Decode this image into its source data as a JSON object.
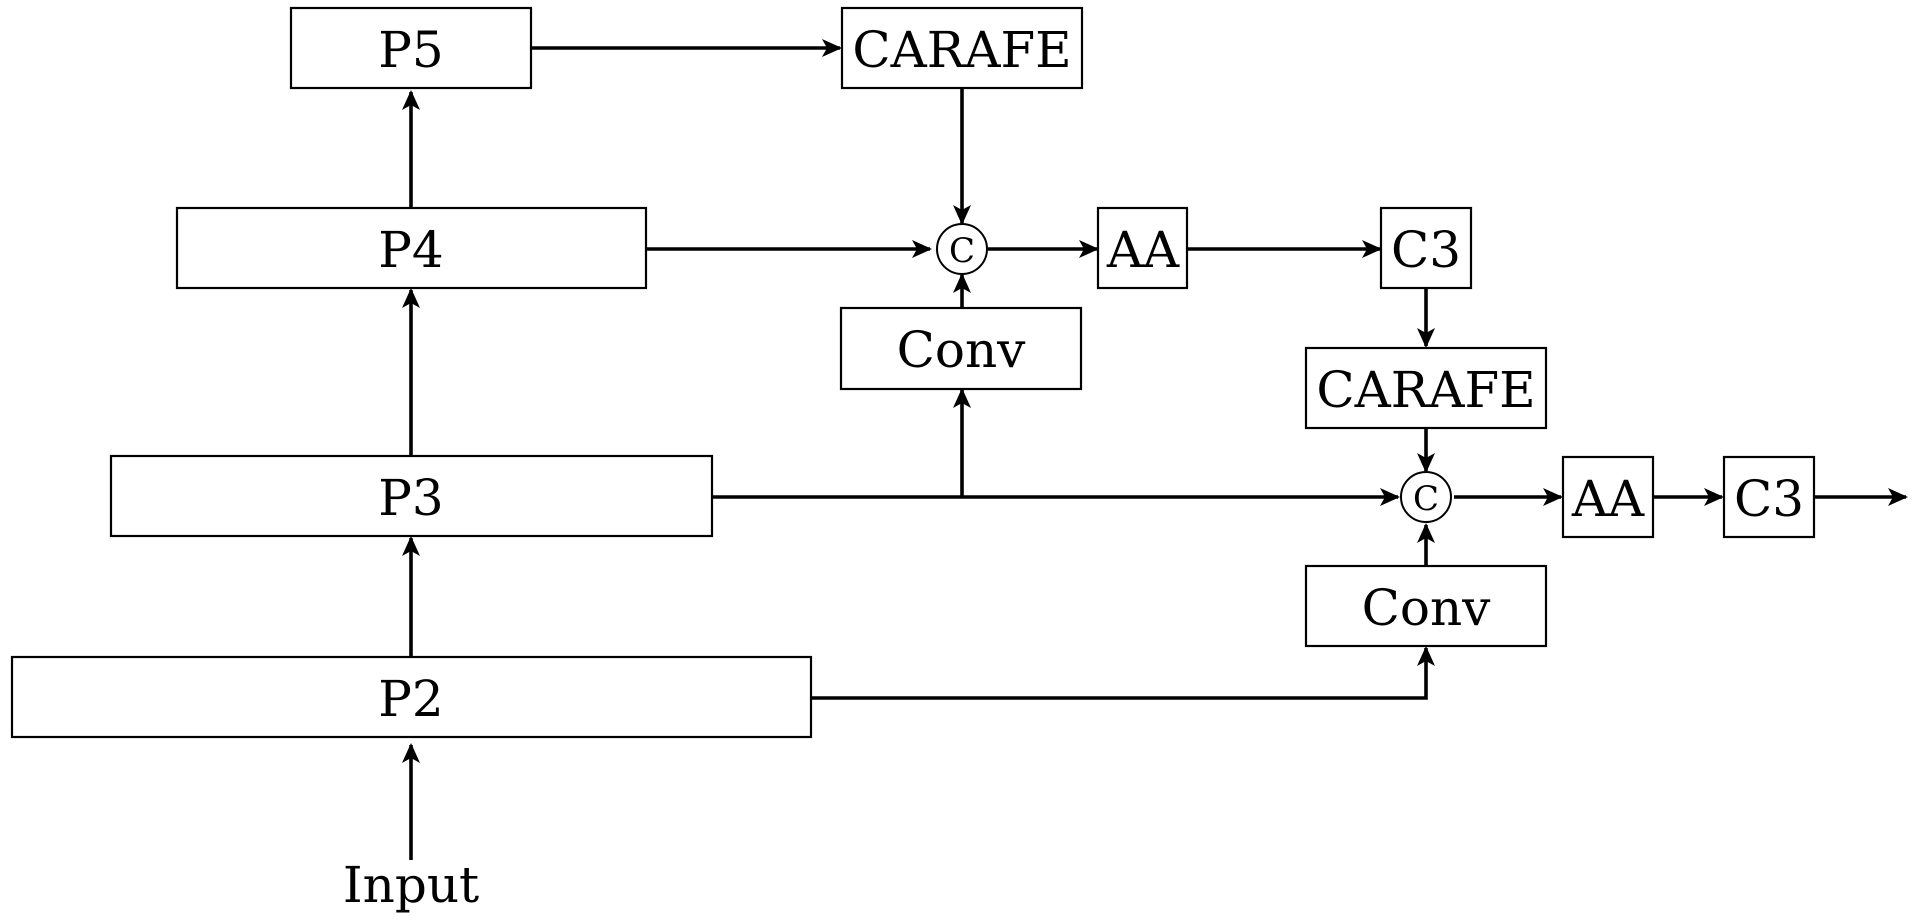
{
  "diagram": {
    "input_label": "Input",
    "nodes": {
      "p5": "P5",
      "p4": "P4",
      "p3": "P3",
      "p2": "P2",
      "carafe_top": "CARAFE",
      "conv_top": "Conv",
      "concat_top": "C",
      "aa_top": "AA",
      "c3_top": "C3",
      "carafe_bottom": "CARAFE",
      "concat_bottom": "C",
      "conv_bottom": "Conv",
      "aa_bottom": "AA",
      "c3_bottom": "C3"
    },
    "colors": {
      "stroke": "#000000",
      "fill": "#ffffff"
    }
  }
}
